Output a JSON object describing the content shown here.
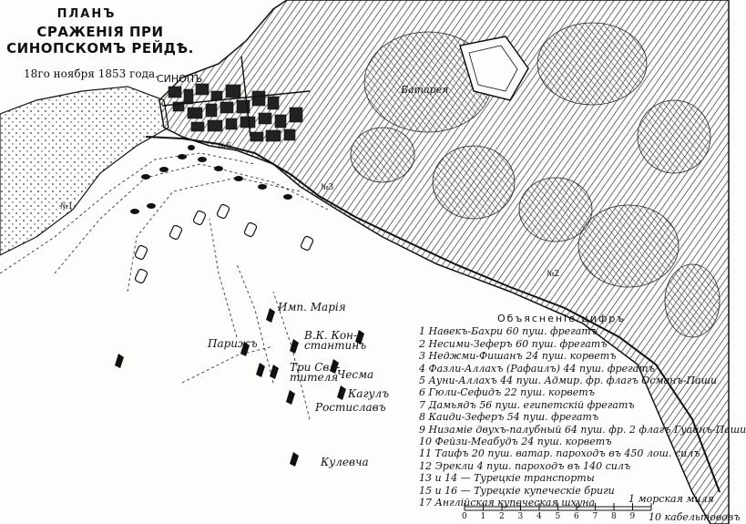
{
  "title": {
    "plan": "ПЛАНЪ",
    "main": "СРАЖЕНІЯ ПРИ СИНОПСКОМЪ РЕЙДѢ.",
    "date": "18го ноября 1853 года."
  },
  "places": {
    "sinop": "СИНОПЪ",
    "batarei": "Батарея"
  },
  "russian_ships": [
    "Имп. Марія",
    "Парижъ",
    "В.К. Кон-стантинъ",
    "Три Свя-тителя",
    "Чесма",
    "Ростиславъ",
    "Кагулъ",
    "Кулевча"
  ],
  "legend": {
    "title": "Объясненіе цифръ",
    "items": [
      "1 Навекъ-Бахри 60 пуш. фрегатъ",
      "2 Несими-Зеферъ 60 пуш. фрегатъ",
      "3 Неджми-Фишанъ 24 пуш. корветъ",
      "4 Фазли-Аллахъ (Рафаилъ) 44 пуш. фрегатъ",
      "5 Ауни-Аллахъ 44 пуш. Адмир. фр. флагъ Османъ-Паши",
      "6 Гюли-Сефидъ 22 пуш. корветъ",
      "7 Дамьядъ 56 пуш. египетскій фрегатъ",
      "8 Каиди-Зеферъ 54 пуш. фрегатъ",
      "9 Низамiе двухъ-палубный 64 пуш. фр. 2 флагъ Гуайнъ-Паши",
      "10 Фейзи-Меабудъ 24 пуш. корветъ",
      "11 Таифъ 20 пуш. ватар. пароходъ въ 450 лош. силъ",
      "12 Эрекли 4 пуш. пароходъ въ 140 силъ",
      "13 и 14 — Турецкіе транспорты",
      "15 и 16 — Турецкіе купеческіе бриги",
      "17 Англійская купеческая шхуна"
    ]
  },
  "scale": {
    "top_label": "1 морская миля",
    "bottom_label": "10 кабельтововъ",
    "ticks": [
      "0",
      "1",
      "2",
      "3",
      "4",
      "5",
      "6",
      "7",
      "8",
      "9",
      "10"
    ]
  },
  "numbers": [
    "№1",
    "№2",
    "№3",
    "№6"
  ]
}
